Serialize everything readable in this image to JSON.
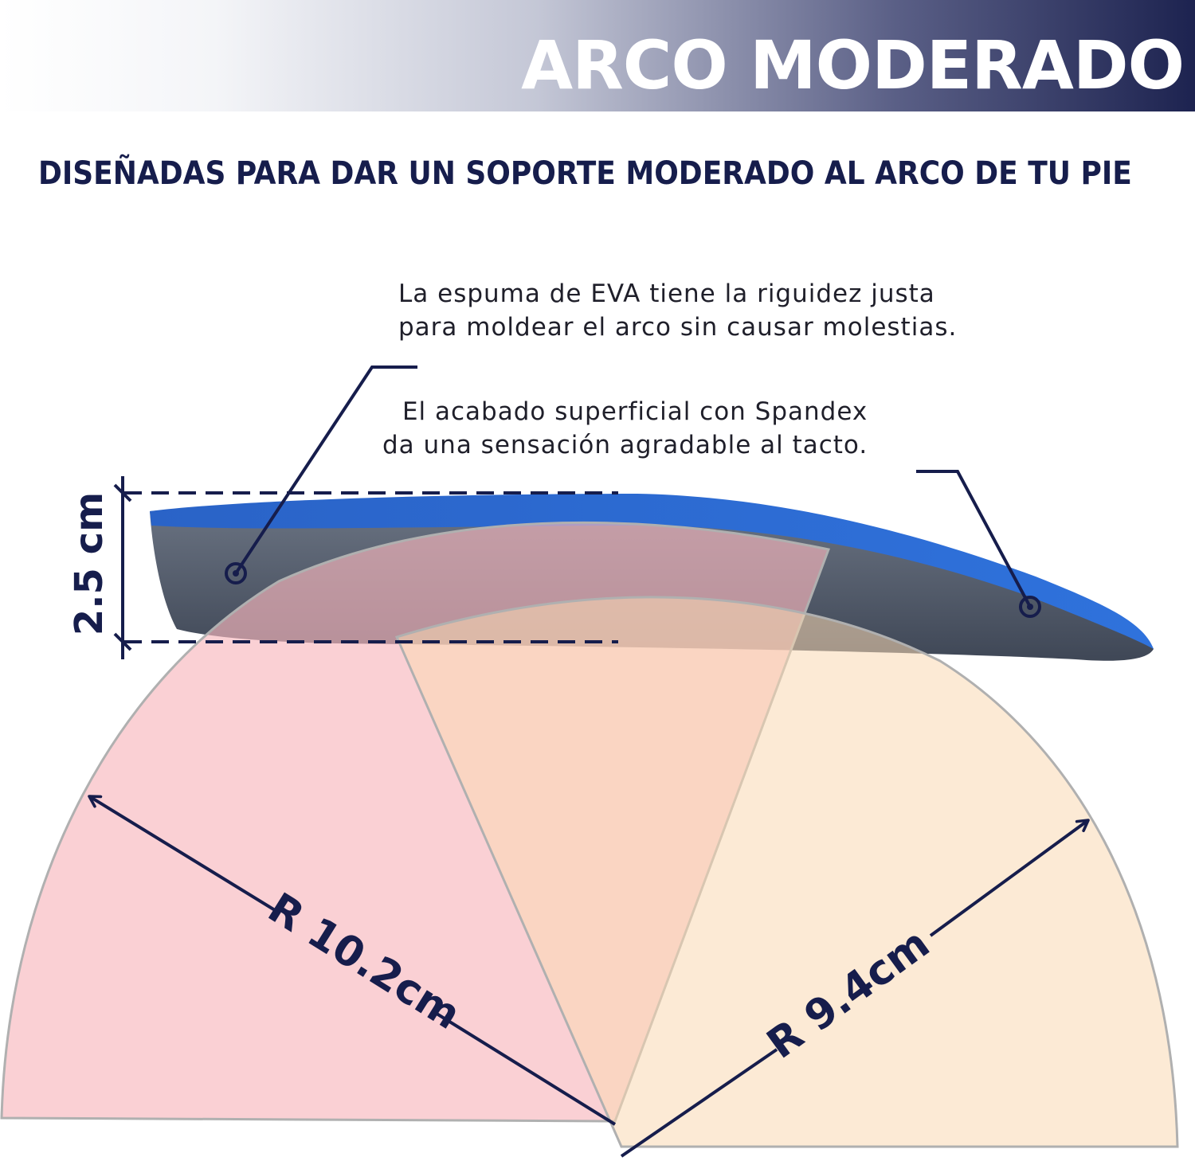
{
  "header": {
    "title": "ARCO MODERADO"
  },
  "subtitle": "DISEÑADAS PARA DAR UN SOPORTE MODERADO AL ARCO DE TU PIE",
  "callouts": {
    "eva": {
      "line1": "La espuma de EVA tiene la riguidez justa",
      "line2": "para moldear el arco sin causar molestias."
    },
    "spandex": {
      "line1": "El acabado superficial con Spandex",
      "line2": "da una sensación agradable al tacto."
    }
  },
  "dimensions": {
    "height_label": "2.5 cm",
    "radius_left_label": "R 10.2cm",
    "radius_right_label": "R 9.4cm"
  },
  "colors": {
    "navy": "#161d4c",
    "insole_top": "#2f6bd1",
    "insole_side": "#5a6474",
    "sector_left": "#f9c4c8",
    "sector_mid": "#f4a089",
    "sector_right": "#fbe5cc"
  }
}
